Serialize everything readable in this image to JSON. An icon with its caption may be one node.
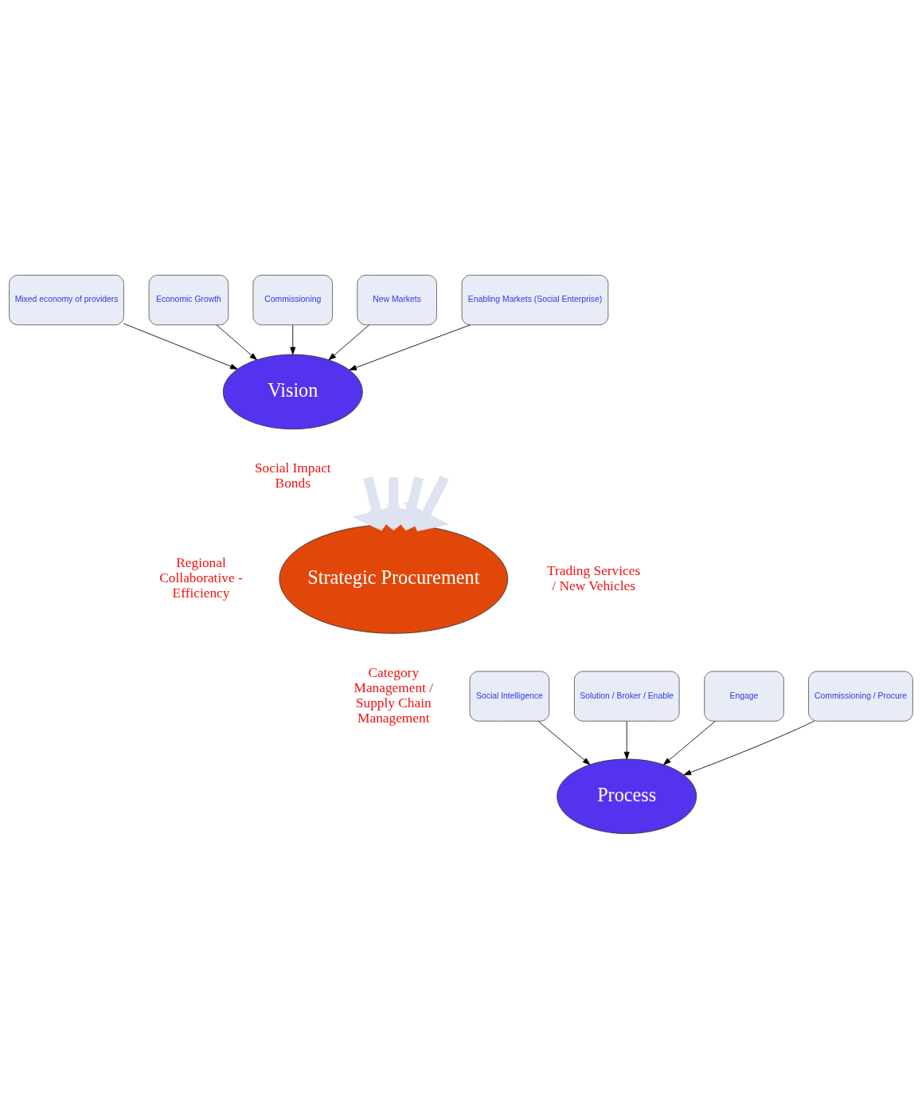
{
  "diagram": {
    "nodes": [
      {
        "text": [
          "Mixed economy of providers"
        ]
      },
      {
        "text": [
          "Economic Growth"
        ]
      },
      {
        "text": [
          "Commissioning"
        ]
      },
      {
        "text": [
          "New Markets"
        ]
      },
      {
        "text": [
          "Enabling Markets (Social Enterprise)"
        ]
      },
      {
        "text": [
          "Vision"
        ]
      },
      {
        "text": [
          "Strategic Procurement"
        ]
      },
      {
        "text": [
          "Social Intelligence"
        ]
      },
      {
        "text": [
          "Solution / Broker / Enable"
        ]
      },
      {
        "text": [
          "Process"
        ]
      },
      {
        "text": [
          "Engage"
        ]
      },
      {
        "text": [
          "Commissioning / Procure"
        ]
      }
    ],
    "edges": [
      {
        "from": 0,
        "to": 5,
        "arrow": "to"
      },
      {
        "from": 1,
        "to": 5,
        "arrow": "to"
      },
      {
        "from": 2,
        "to": 5,
        "arrow": "to"
      },
      {
        "from": 3,
        "to": 5,
        "arrow": "to"
      },
      {
        "from": 4,
        "to": 5,
        "arrow": "to"
      },
      {
        "from": null,
        "to": 6,
        "arrow": "to",
        "style": "thick",
        "color": "#dde3f0"
      },
      {
        "from": null,
        "to": 6,
        "arrow": "to",
        "style": "thick",
        "color": "#dde3f0"
      },
      {
        "from": null,
        "to": 6,
        "arrow": "to",
        "style": "thick",
        "color": "#dde3f0"
      },
      {
        "from": null,
        "to": 6,
        "arrow": "to",
        "style": "thick",
        "color": "#dde3f0"
      },
      {
        "from": 7,
        "to": 9,
        "arrow": "to"
      },
      {
        "from": 8,
        "to": 9,
        "arrow": "to"
      },
      {
        "from": 10,
        "to": 9,
        "arrow": "to"
      },
      {
        "from": 11,
        "to": 9,
        "arrow": "to"
      }
    ],
    "labels": [
      "Social Impact Bonds",
      "Regional Collaborative - Efficiency",
      "Trading Services / New Vehicles",
      "Category Management / Supply Chain Management"
    ]
  }
}
